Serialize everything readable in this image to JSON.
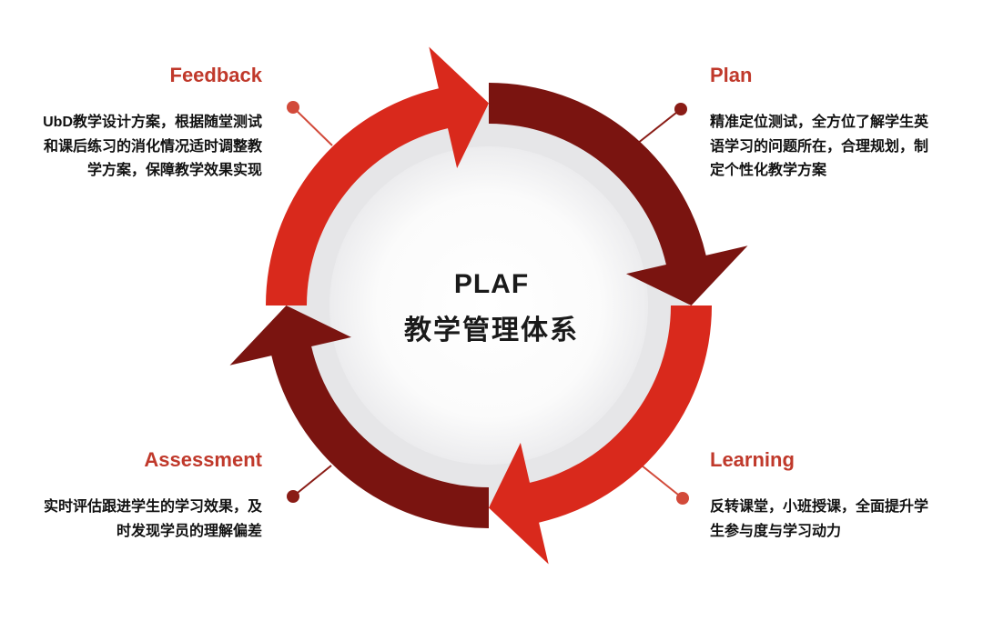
{
  "diagram": {
    "center": {
      "line1": "PLAF",
      "line2": "教学管理体系"
    },
    "stages": {
      "plan": {
        "title": "Plan",
        "description": "精准定位测试，全方位了解学生英语学习的问题所在，合理规划，制定个性化教学方案"
      },
      "learning": {
        "title": "Learning",
        "description": "反转课堂，小班授课，全面提升学生参与度与学习动力"
      },
      "assessment": {
        "title": "Assessment",
        "description": "实时评估跟进学生的学习效果，及时发现学员的理解偏差"
      },
      "feedback": {
        "title": "Feedback",
        "description": "UbD教学设计方案，根据随堂测试和课后练习的消化情况适时调整教学方案，保障教学效果实现"
      }
    }
  },
  "colors": {
    "bright_red": "#d9291c",
    "dark_red": "#7a1410",
    "title_red": "#c0392b",
    "gray_ring": "#e6e6e8",
    "connector_bright": "#d24a3a",
    "connector_dark": "#8a1c16"
  }
}
